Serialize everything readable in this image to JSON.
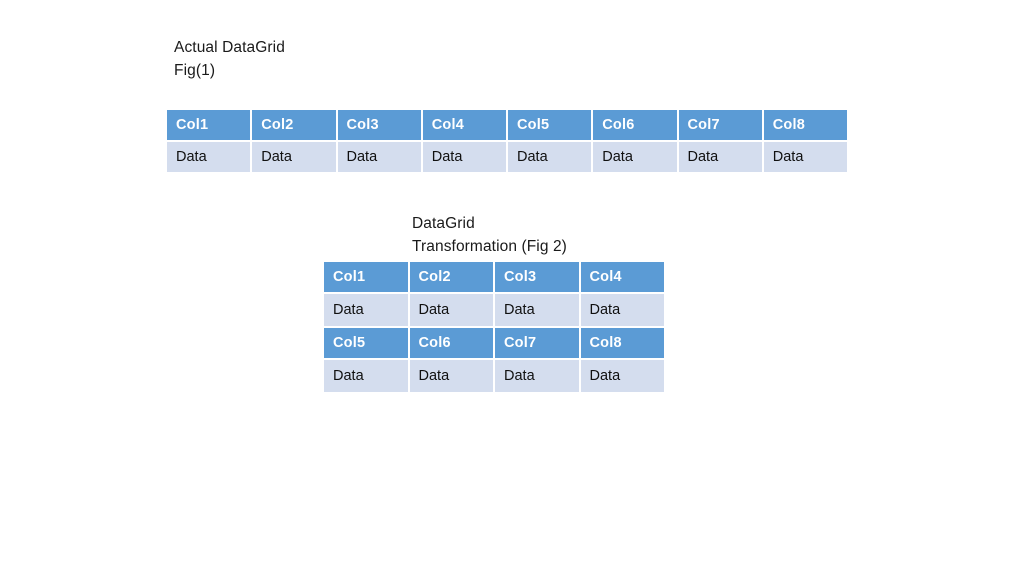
{
  "figure1": {
    "caption": "Actual DataGrid\nFig(1)",
    "rows": [
      {
        "type": "header",
        "cells": [
          "Col1",
          "Col2",
          "Col3",
          "Col4",
          "Col5",
          "Col6",
          "Col7",
          "Col8"
        ]
      },
      {
        "type": "data",
        "cells": [
          "Data",
          "Data",
          "Data",
          "Data",
          "Data",
          "Data",
          "Data",
          "Data"
        ]
      }
    ]
  },
  "figure2": {
    "caption": "DataGrid\nTransformation (Fig 2)",
    "rows": [
      {
        "type": "header",
        "cells": [
          "Col1",
          "Col2",
          "Col3",
          "Col4"
        ]
      },
      {
        "type": "data",
        "cells": [
          "Data",
          "Data",
          "Data",
          "Data"
        ]
      },
      {
        "type": "header",
        "cells": [
          "Col5",
          "Col6",
          "Col7",
          "Col8"
        ]
      },
      {
        "type": "data",
        "cells": [
          "Data",
          "Data",
          "Data",
          "Data"
        ]
      }
    ]
  },
  "colors": {
    "header_fill": "#5B9BD5",
    "data_fill": "#D4DDEE",
    "header_text": "#FFFFFF",
    "data_text": "#101010",
    "background": "#FFFFFF"
  }
}
